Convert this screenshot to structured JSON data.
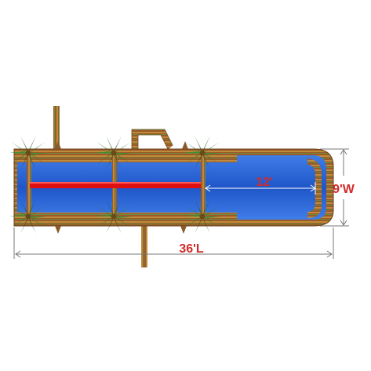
{
  "dimensions": {
    "length_label": "36'L",
    "width_label": "9'W",
    "slide_length_label": "12'"
  },
  "colors": {
    "pool_blue": "#1f56c8",
    "pool_blue_light": "#3f7de8",
    "wood_brown": "#9a5a2a",
    "wood_stripe": "#c08a3a",
    "wood_green_stripe": "#6f8a3a",
    "red_bar": "#e01010",
    "palm_green": "#2f7a2a",
    "palm_dark": "#1d5a1a",
    "dim_line": "#777777",
    "label_red": "#d42a2a"
  },
  "icons": [
    "palm-tree-icon"
  ]
}
